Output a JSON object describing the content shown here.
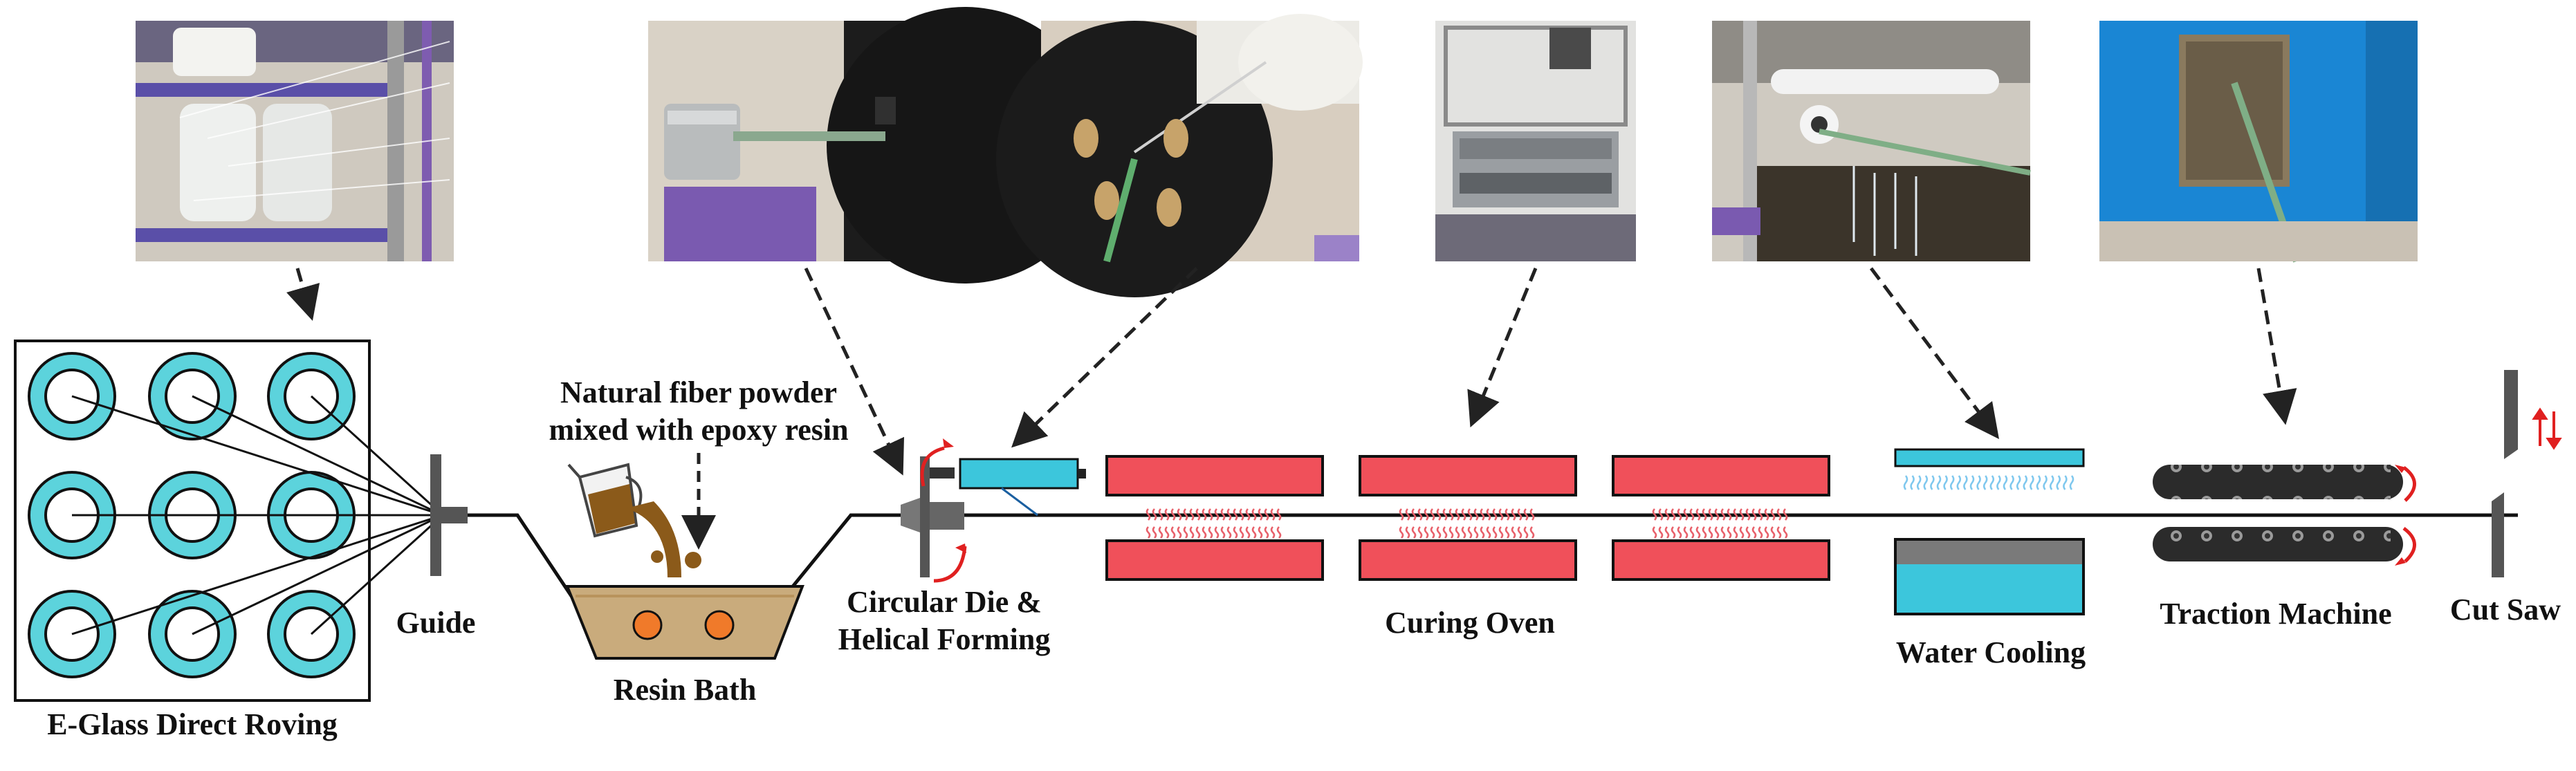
{
  "colors": {
    "roving_cyan": "#5cd3dc",
    "oven_red": "#f0505a",
    "heat_pink": "#e8606a",
    "water_cyan": "#3cc6dc",
    "water_drops": "#7fc8ee",
    "arrow_red": "#e02020",
    "bath_resin": "#c9ab7c",
    "orange_roller": "#f07a2a",
    "die_gray": "#666666",
    "machine_blue": "#1a8ad6"
  },
  "labels": {
    "roving": "E-Glass Direct Roving",
    "guide": "Guide",
    "powder_line1": "Natural fiber powder",
    "powder_line2": "mixed with epoxy resin",
    "bath": "Resin Bath",
    "die_line1": "Circular Die &",
    "die_line2": "Helical Forming",
    "oven": "Curing Oven",
    "cooling": "Water Cooling",
    "traction": "Traction Machine",
    "saw": "Cut Saw"
  },
  "photos": [
    {
      "depicts": "roving-spools-photo"
    },
    {
      "depicts": "resin-bath-photo"
    },
    {
      "depicts": "circular-die-photo"
    },
    {
      "depicts": "curing-oven-photo"
    },
    {
      "depicts": "water-cooling-photo"
    },
    {
      "depicts": "traction-machine-photo"
    }
  ]
}
